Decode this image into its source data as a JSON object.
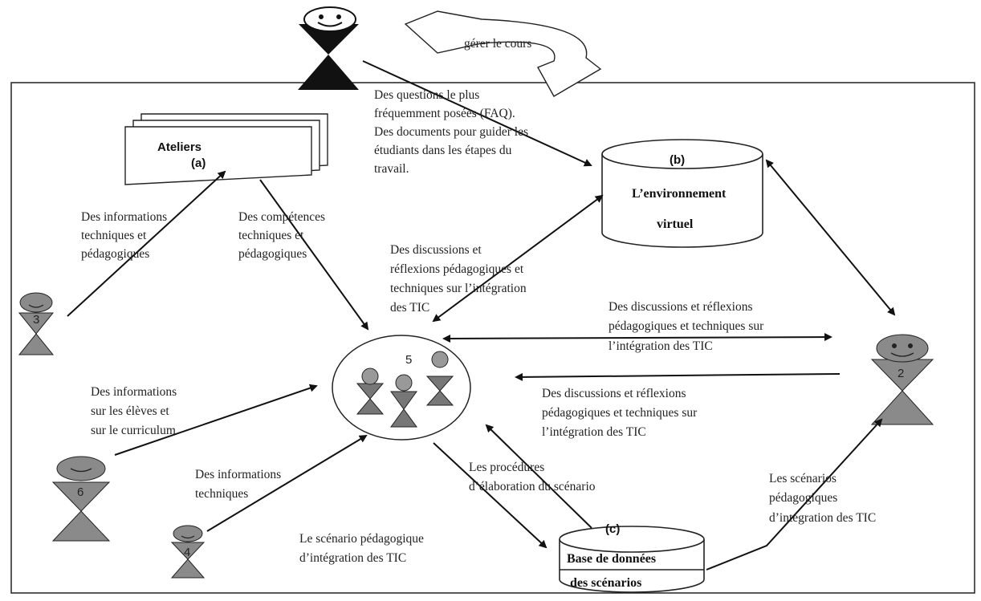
{
  "top_action": "gérer le cours",
  "ateliers": {
    "title": "Ateliers",
    "tag": "(a)"
  },
  "virtual_env": {
    "tag": "(b)",
    "line1": "L’environnement",
    "line2": "virtuel"
  },
  "database": {
    "tag": "(c)",
    "line1": "Base de données",
    "line2": "des scénarios"
  },
  "group_number": "5",
  "actors": {
    "a3": "3",
    "a2": "2",
    "a6": "6",
    "a4": "4"
  },
  "labels": {
    "faq": [
      "Des questions le plus",
      "fréquemment posées (FAQ).",
      "Des documents pour guider les",
      "étudiants dans les étapes du",
      "travail."
    ],
    "info_tech_peda": [
      "Des informations",
      "techniques et",
      "pédagogiques"
    ],
    "competences": [
      "Des compétences",
      "techniques et",
      "pédagogiques"
    ],
    "discussions_center": [
      "Des discussions et",
      "réflexions  pédagogiques et",
      "techniques sur l’intégration",
      "des TIC"
    ],
    "discussions_right_top": [
      "Des discussions et réflexions",
      "pédagogiques et techniques sur",
      "l’intégration des TIC"
    ],
    "discussions_right_bottom": [
      "Des discussions et réflexions",
      "pédagogiques et techniques sur",
      "l’intégration des TIC"
    ],
    "info_eleves": [
      "Des informations",
      "sur les élèves et",
      "sur le curriculum"
    ],
    "info_techniques": [
      "Des informations",
      "techniques"
    ],
    "procedures": [
      "Les procédures",
      "d’élaboration du scénario"
    ],
    "scenarios_peda": [
      "Les scénarios",
      "pédagogiques",
      "d’intégration des TIC"
    ],
    "scenario_integration": [
      "Le scénario pédagogique",
      "d’intégration des TIC"
    ]
  },
  "colors": {
    "actor_fill": "#8a8a8a",
    "line": "#111111",
    "frame": "#222222"
  }
}
